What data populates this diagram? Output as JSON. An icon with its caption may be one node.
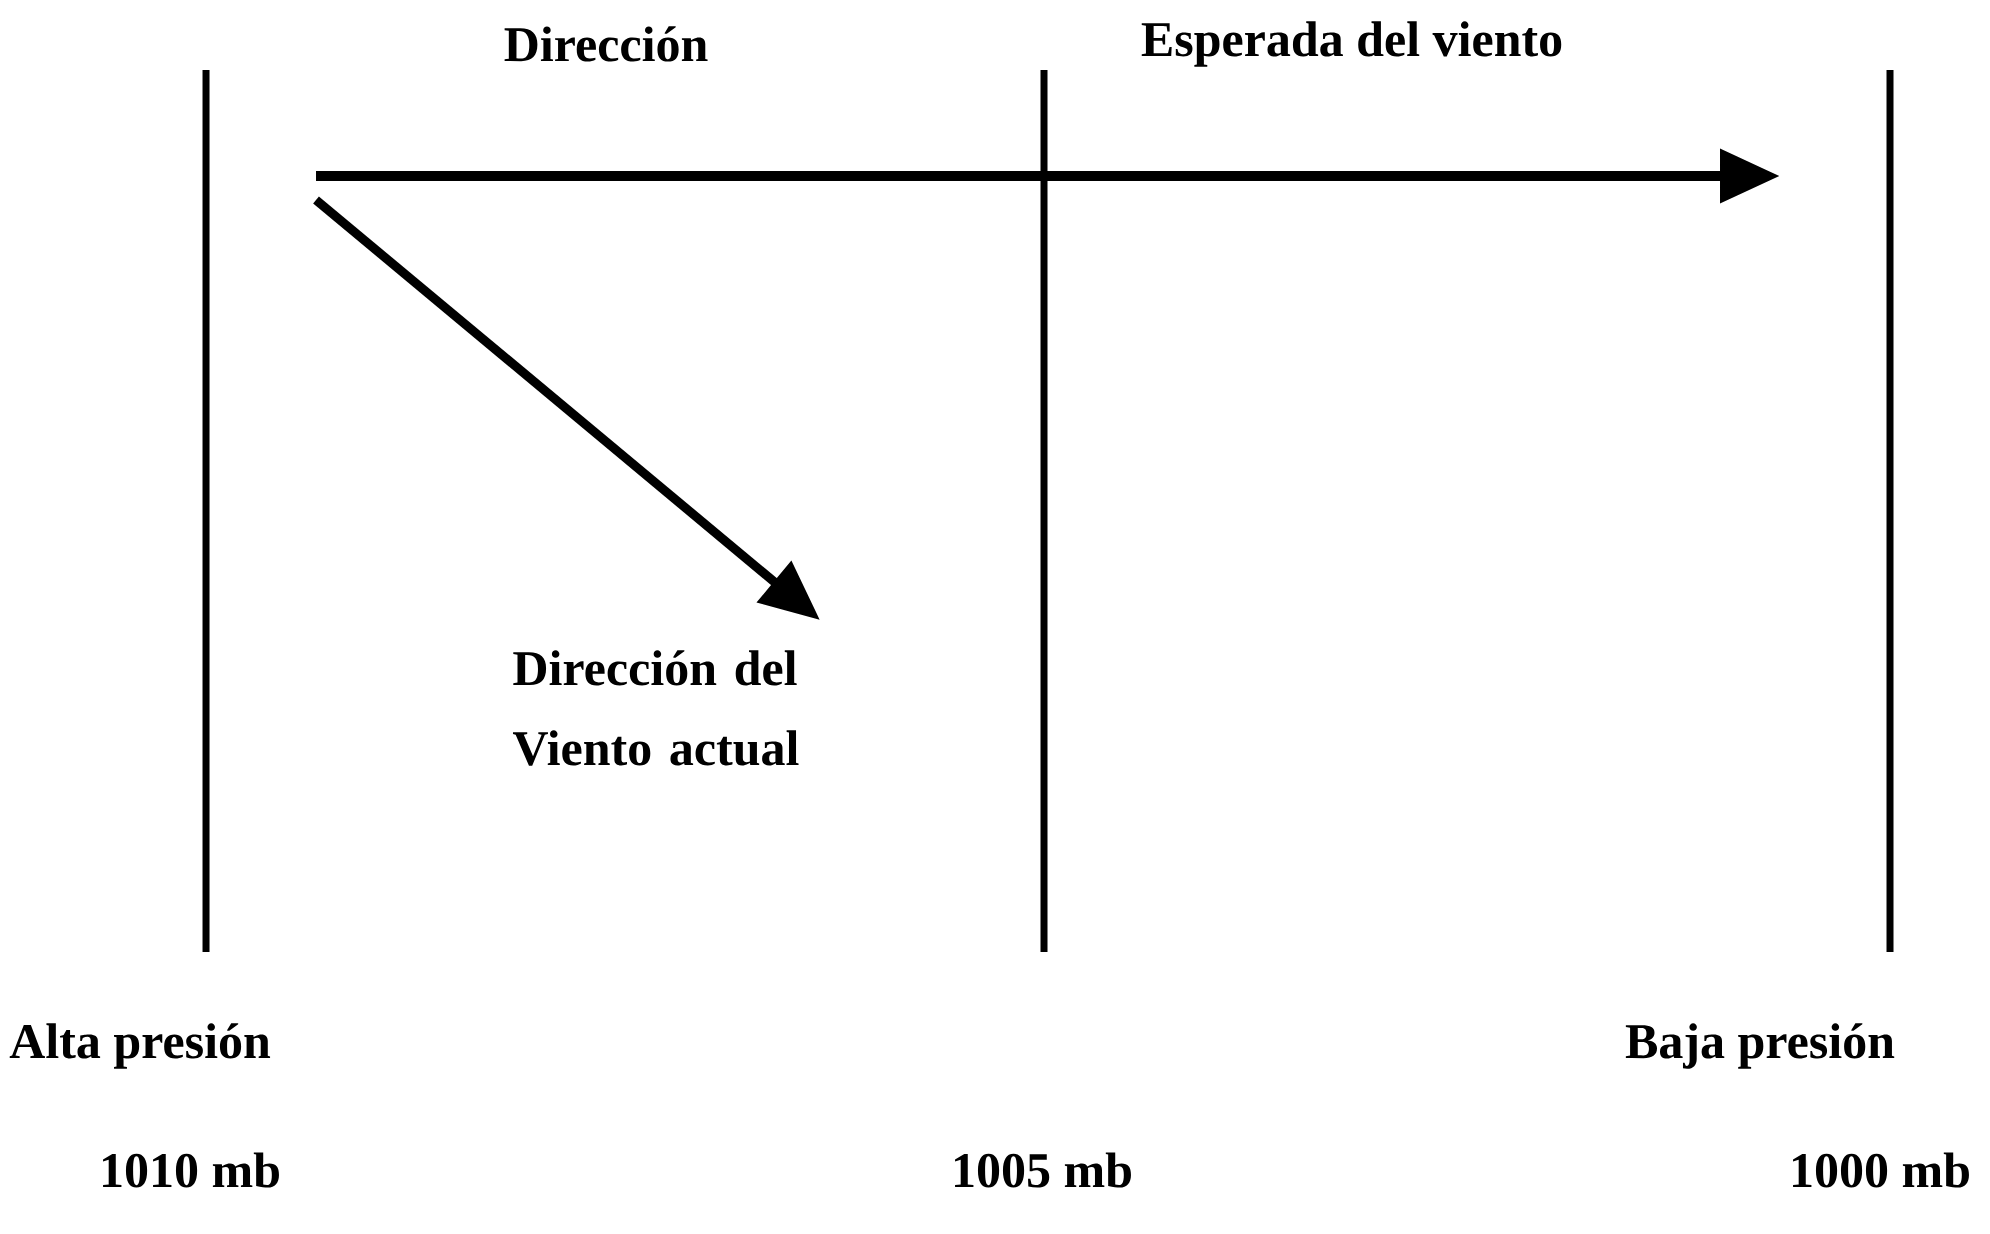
{
  "diagram": {
    "labels": [
      "Dirección",
      "Esperada del viento",
      "Dirección del Viento actual",
      "Alta presión",
      "Baja presión",
      "1010 mb",
      "1005 mb",
      "1000 mb"
    ]
  }
}
